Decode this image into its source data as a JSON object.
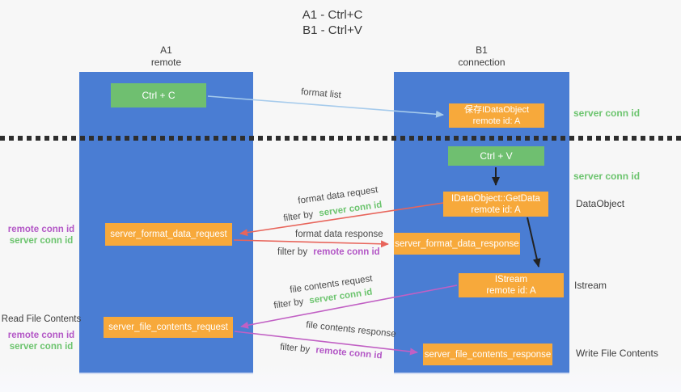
{
  "title": {
    "line1": "A1 - Ctrl+C",
    "line2": "B1 - Ctrl+V"
  },
  "lanes": {
    "a": {
      "title": "A1",
      "subtitle": "remote"
    },
    "b": {
      "title": "B1",
      "subtitle": "connection"
    }
  },
  "nodes": {
    "ctrl_c": "Ctrl + C",
    "ctrl_v": "Ctrl + V",
    "save_idataobject": {
      "line1": "保存IDataObject",
      "line2": "remote id: A"
    },
    "getdata": {
      "line1": "IDataObject::GetData",
      "line2": "remote id: A"
    },
    "istream": {
      "line1": "IStream",
      "line2": "remote id: A"
    },
    "format_request": "server_format_data_request",
    "format_response": "server_format_data_response",
    "file_request": "server_file_contents_request",
    "file_response": "server_file_contents_response"
  },
  "labels": {
    "format_list": "format list",
    "filter_by": "filter by",
    "server_conn_id": "server conn id",
    "remote_conn_id": "remote conn id",
    "format_data_request": "format data request",
    "format_data_response": "format data response",
    "file_contents_request": "file contents request",
    "file_contents_response": "file contents response"
  },
  "side_labels": {
    "right_server_conn_id_top": "server conn id",
    "right_server_conn_id_mid": "server conn id",
    "data_object": "DataObject",
    "istream": "Istream",
    "write_file_contents": "Write File Contents",
    "read_file_contents": "Read File Contents",
    "left_remote_conn_id_top": "remote conn id",
    "left_server_conn_id_top": "server conn id",
    "left_remote_conn_id_bottom": "remote conn id",
    "left_server_conn_id_bottom": "server conn id"
  },
  "colors": {
    "background": "#f7f7f7",
    "lane_blue": "#4a7dd3",
    "box_green": "#6fbf70",
    "box_orange": "#f7a93b",
    "arrow_red": "#e8655b",
    "arrow_magenta": "#c160c4",
    "arrow_lightblue": "#a6cbec",
    "arrow_black": "#222222",
    "text_green": "#6cc46e",
    "text_purple": "#b357c6",
    "text_dark": "#3d3d3d"
  }
}
